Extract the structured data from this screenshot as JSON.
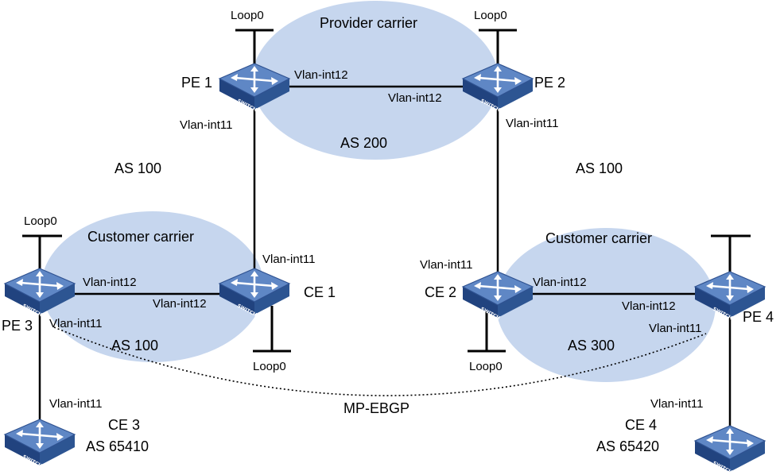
{
  "regions": [
    {
      "id": "provider",
      "title": "Provider carrier",
      "as": "AS 200"
    },
    {
      "id": "customer-left",
      "title": "Customer carrier",
      "as": "AS 100"
    },
    {
      "id": "customer-right",
      "title": "Customer carrier",
      "as": "AS 300"
    }
  ],
  "as_labels": {
    "left": "AS 100",
    "right": "AS 100"
  },
  "devices": [
    {
      "id": "pe1",
      "label": "PE 1",
      "badge": "SWITCH"
    },
    {
      "id": "pe2",
      "label": "PE 2",
      "badge": "SWITCH"
    },
    {
      "id": "pe3",
      "label": "PE 3",
      "badge": "SWITCH"
    },
    {
      "id": "pe4",
      "label": "PE 4",
      "badge": "SWITCH"
    },
    {
      "id": "ce1",
      "label": "CE 1",
      "badge": "SWITCH"
    },
    {
      "id": "ce2",
      "label": "CE 2",
      "badge": "SWITCH"
    },
    {
      "id": "ce3",
      "label": "CE 3",
      "as": "AS 65410",
      "badge": "SWITCH"
    },
    {
      "id": "ce4",
      "label": "CE 4",
      "as": "AS 65420",
      "badge": "SWITCH"
    }
  ],
  "interfaces": {
    "pe1_loop": "Loop0",
    "pe1_to_pe2": "Vlan-int12",
    "pe1_to_ce1": "Vlan-int11",
    "pe2_loop": "Loop0",
    "pe2_to_pe1": "Vlan-int12",
    "pe2_to_ce2": "Vlan-int11",
    "ce1_to_pe1": "Vlan-int11",
    "ce1_to_pe3": "Vlan-int12",
    "ce1_loop": "Loop0",
    "ce2_to_pe2": "Vlan-int11",
    "ce2_to_pe4": "Vlan-int12",
    "ce2_loop": "Loop0",
    "pe3_loop": "Loop0",
    "pe3_to_ce1": "Vlan-int12",
    "pe3_to_ce3": "Vlan-int11",
    "pe4_to_ce2": "Vlan-int12",
    "pe4_to_ce4": "Vlan-int11",
    "ce3_to_pe3": "Vlan-int11",
    "ce4_to_pe4": "Vlan-int11"
  },
  "session": "MP-EBGP"
}
